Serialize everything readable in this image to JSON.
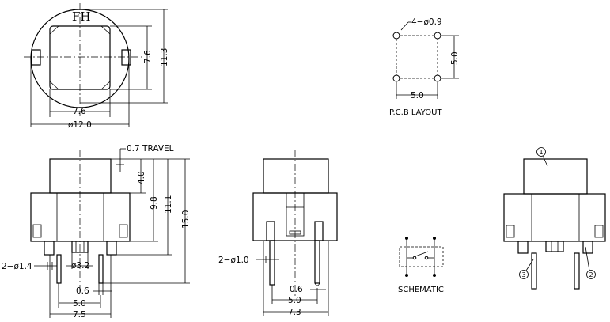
{
  "top_view": {
    "logo": "FH",
    "dim_width_inner": "7.6",
    "dim_diameter": "ø12.0",
    "dim_height_inner": "7.6",
    "dim_height_outer": "11.3"
  },
  "pcb_layout": {
    "title": "P.C.B LAYOUT",
    "dim_holes": "4−ø0.9",
    "dim_pitch_x": "5.0",
    "dim_pitch_y": "5.0"
  },
  "front_view": {
    "dim_travel": "0.7  TRAVEL",
    "dim_4_0": "4.0",
    "dim_9_8": "9.8",
    "dim_11_1": "11.1",
    "dim_15_0": "15.0",
    "dim_pins": "2−ø1.4",
    "dim_boss": "ø3.2",
    "dim_0_6": "0.6",
    "dim_5_0": "5.0",
    "dim_7_5": "7.5"
  },
  "side_view": {
    "dim_pins": "2−ø1.0",
    "dim_0_6": "0.6",
    "dim_5_0": "5.0",
    "dim_7_3": "7.3"
  },
  "schematic": {
    "title": "SCHEMATIC"
  },
  "labeled_view": {
    "callout_1": "1",
    "callout_2": "2",
    "callout_3": "3"
  },
  "colors": {
    "ink": "#000000",
    "paper": "#ffffff"
  }
}
